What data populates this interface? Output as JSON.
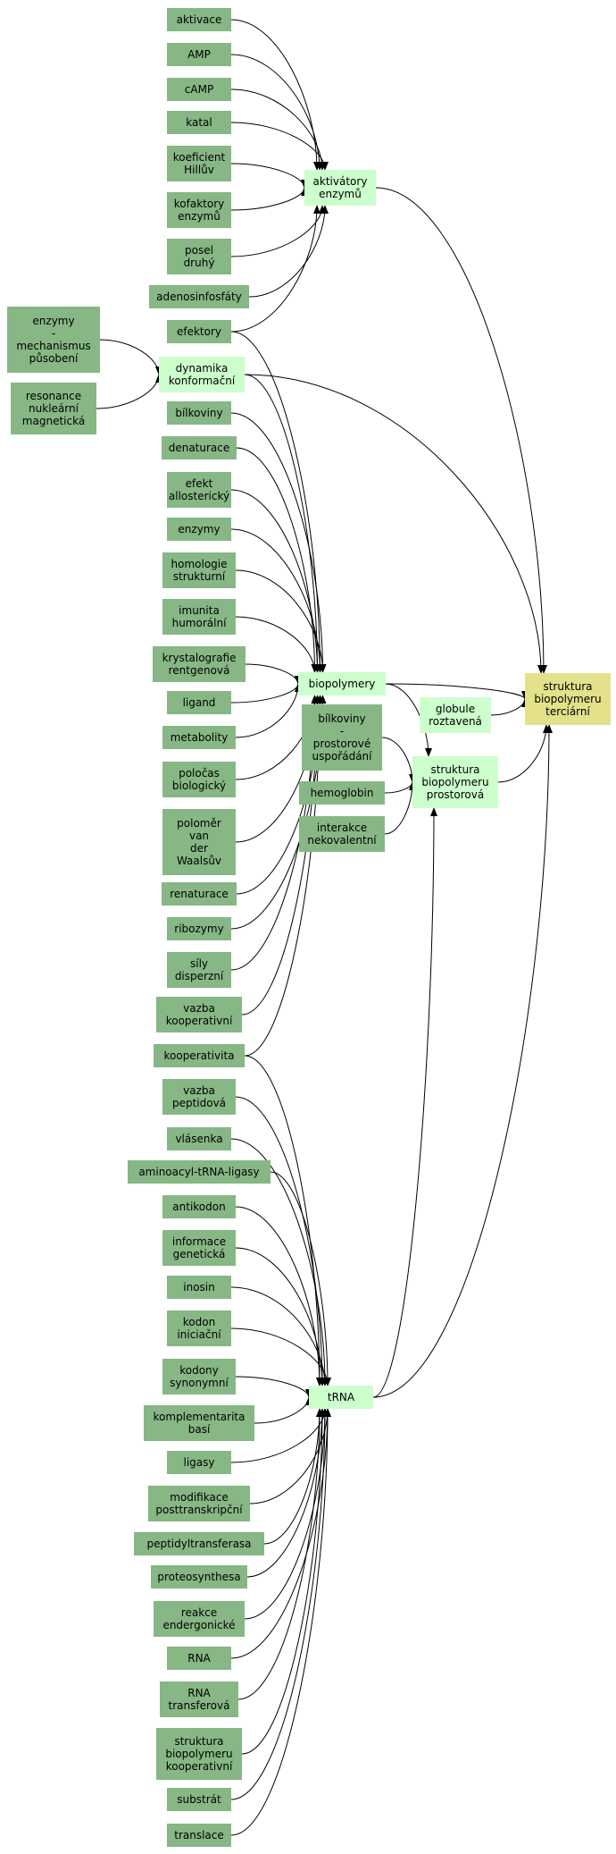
{
  "colors": {
    "source_node": "#86b785",
    "intermediate_node": "#ccffcc",
    "target_node": "#e3e18a",
    "edge": "#000000"
  },
  "nodes": {
    "aktivace": {
      "label": [
        "aktivace"
      ],
      "kind": "source"
    },
    "amp": {
      "label": [
        "AMP"
      ],
      "kind": "source"
    },
    "camp": {
      "label": [
        "cAMP"
      ],
      "kind": "source"
    },
    "katal": {
      "label": [
        "katal"
      ],
      "kind": "source"
    },
    "koeficient_hilluv": {
      "label": [
        "koeficient",
        "Hillův"
      ],
      "kind": "source"
    },
    "kofaktory_enzymu": {
      "label": [
        "kofaktory",
        "enzymů"
      ],
      "kind": "source"
    },
    "posel_druhy": {
      "label": [
        "posel",
        "druhý"
      ],
      "kind": "source"
    },
    "adenosinfosfaty": {
      "label": [
        "adenosinfosfáty"
      ],
      "kind": "source"
    },
    "efektory": {
      "label": [
        "efektory"
      ],
      "kind": "source"
    },
    "aktivatory_enzymu": {
      "label": [
        "aktivátory",
        "enzymů"
      ],
      "kind": "intermediate"
    },
    "enzymy_mechanismus": {
      "label": [
        "enzymy",
        "-",
        "mechanismus",
        "působení"
      ],
      "kind": "source"
    },
    "resonance": {
      "label": [
        "resonance",
        "nukleární",
        "magnetická"
      ],
      "kind": "source"
    },
    "dynamika_konformacni": {
      "label": [
        "dynamika",
        "konformační"
      ],
      "kind": "intermediate"
    },
    "bilkoviny": {
      "label": [
        "bílkoviny"
      ],
      "kind": "source"
    },
    "denaturace": {
      "label": [
        "denaturace"
      ],
      "kind": "source"
    },
    "efekt_allostericky": {
      "label": [
        "efekt",
        "allosterický"
      ],
      "kind": "source"
    },
    "enzymy": {
      "label": [
        "enzymy"
      ],
      "kind": "source"
    },
    "homologie_strukturni": {
      "label": [
        "homologie",
        "strukturní"
      ],
      "kind": "source"
    },
    "imunita_humoralni": {
      "label": [
        "imunita",
        "humorální"
      ],
      "kind": "source"
    },
    "krystalografie": {
      "label": [
        "krystalografie",
        "rentgenová"
      ],
      "kind": "source"
    },
    "ligand": {
      "label": [
        "ligand"
      ],
      "kind": "source"
    },
    "metabolity": {
      "label": [
        "metabolity"
      ],
      "kind": "source"
    },
    "polocas_biologicky": {
      "label": [
        "poločas",
        "biologický"
      ],
      "kind": "source"
    },
    "polomer_van_der_waalsuv": {
      "label": [
        "poloměr",
        "van",
        "der",
        "Waalsův"
      ],
      "kind": "source"
    },
    "renaturace": {
      "label": [
        "renaturace"
      ],
      "kind": "source"
    },
    "ribozymy": {
      "label": [
        "ribozymy"
      ],
      "kind": "source"
    },
    "sily_disperzni": {
      "label": [
        "síly",
        "disperzní"
      ],
      "kind": "source"
    },
    "vazba_kooperativni": {
      "label": [
        "vazba",
        "kooperativní"
      ],
      "kind": "source"
    },
    "kooperativita": {
      "label": [
        "kooperativita"
      ],
      "kind": "source"
    },
    "biopolymery": {
      "label": [
        "biopolymery"
      ],
      "kind": "intermediate"
    },
    "bilkoviny_prostorove": {
      "label": [
        "bílkoviny",
        "-",
        "prostorové",
        "uspořádání"
      ],
      "kind": "source"
    },
    "hemoglobin": {
      "label": [
        "hemoglobin"
      ],
      "kind": "source"
    },
    "interakce_nekovalentni": {
      "label": [
        "interakce",
        "nekovalentní"
      ],
      "kind": "source"
    },
    "globule_roztavena": {
      "label": [
        "globule",
        "roztavená"
      ],
      "kind": "intermediate"
    },
    "struktura_prostorova": {
      "label": [
        "struktura",
        "biopolymeru",
        "prostorová"
      ],
      "kind": "intermediate"
    },
    "struktura_tercialni": {
      "label": [
        "struktura",
        "biopolymeru",
        "terciární"
      ],
      "kind": "target"
    },
    "vazba_peptidova": {
      "label": [
        "vazba",
        "peptidová"
      ],
      "kind": "source"
    },
    "vlasenka": {
      "label": [
        "vlásenka"
      ],
      "kind": "source"
    },
    "aminoacyl_trna_ligasy": {
      "label": [
        "aminoacyl-tRNA-ligasy"
      ],
      "kind": "source"
    },
    "antikodon": {
      "label": [
        "antikodon"
      ],
      "kind": "source"
    },
    "informace_geneticka": {
      "label": [
        "informace",
        "genetická"
      ],
      "kind": "source"
    },
    "inosin": {
      "label": [
        "inosin"
      ],
      "kind": "source"
    },
    "kodon_iniciacni": {
      "label": [
        "kodon",
        "iniciační"
      ],
      "kind": "source"
    },
    "kodony_synonymni": {
      "label": [
        "kodony",
        "synonymní"
      ],
      "kind": "source"
    },
    "komplementarita_basi": {
      "label": [
        "komplementarita",
        "basí"
      ],
      "kind": "source"
    },
    "ligasy": {
      "label": [
        "ligasy"
      ],
      "kind": "source"
    },
    "modifikace_posttranskripcni": {
      "label": [
        "modifikace",
        "posttranskripční"
      ],
      "kind": "source"
    },
    "peptidyltransferasa": {
      "label": [
        "peptidyltransferasa"
      ],
      "kind": "source"
    },
    "proteosynthesa": {
      "label": [
        "proteosynthesa"
      ],
      "kind": "source"
    },
    "reakce_endergonicke": {
      "label": [
        "reakce",
        "endergonické"
      ],
      "kind": "source"
    },
    "rna": {
      "label": [
        "RNA"
      ],
      "kind": "source"
    },
    "rna_transferova": {
      "label": [
        "RNA",
        "transferová"
      ],
      "kind": "source"
    },
    "struktura_kooperativni": {
      "label": [
        "struktura",
        "biopolymeru",
        "kooperativní"
      ],
      "kind": "source"
    },
    "substrat": {
      "label": [
        "substrát"
      ],
      "kind": "source"
    },
    "translace": {
      "label": [
        "translace"
      ],
      "kind": "source"
    },
    "trna": {
      "label": [
        "tRNA"
      ],
      "kind": "intermediate"
    }
  },
  "edges": [
    [
      "aktivace",
      "aktivatory_enzymu"
    ],
    [
      "amp",
      "aktivatory_enzymu"
    ],
    [
      "camp",
      "aktivatory_enzymu"
    ],
    [
      "katal",
      "aktivatory_enzymu"
    ],
    [
      "koeficient_hilluv",
      "aktivatory_enzymu"
    ],
    [
      "kofaktory_enzymu",
      "aktivatory_enzymu"
    ],
    [
      "posel_druhy",
      "aktivatory_enzymu"
    ],
    [
      "adenosinfosfaty",
      "aktivatory_enzymu"
    ],
    [
      "efektory",
      "aktivatory_enzymu"
    ],
    [
      "aktivatory_enzymu",
      "struktura_tercialni"
    ],
    [
      "enzymy_mechanismus",
      "dynamika_konformacni"
    ],
    [
      "resonance",
      "dynamika_konformacni"
    ],
    [
      "dynamika_konformacni",
      "struktura_tercialni"
    ],
    [
      "dynamika_konformacni",
      "biopolymery"
    ],
    [
      "efektory",
      "biopolymery"
    ],
    [
      "bilkoviny",
      "biopolymery"
    ],
    [
      "denaturace",
      "biopolymery"
    ],
    [
      "efekt_allostericky",
      "biopolymery"
    ],
    [
      "enzymy",
      "biopolymery"
    ],
    [
      "homologie_strukturni",
      "biopolymery"
    ],
    [
      "imunita_humoralni",
      "biopolymery"
    ],
    [
      "krystalografie",
      "biopolymery"
    ],
    [
      "ligand",
      "biopolymery"
    ],
    [
      "metabolity",
      "biopolymery"
    ],
    [
      "polocas_biologicky",
      "biopolymery"
    ],
    [
      "polomer_van_der_waalsuv",
      "biopolymery"
    ],
    [
      "renaturace",
      "biopolymery"
    ],
    [
      "ribozymy",
      "biopolymery"
    ],
    [
      "sily_disperzni",
      "biopolymery"
    ],
    [
      "vazba_kooperativni",
      "biopolymery"
    ],
    [
      "kooperativita",
      "biopolymery"
    ],
    [
      "biopolymery",
      "struktura_tercialni"
    ],
    [
      "biopolymery",
      "struktura_prostorova"
    ],
    [
      "globule_roztavena",
      "struktura_tercialni"
    ],
    [
      "struktura_prostorova",
      "struktura_tercialni"
    ],
    [
      "bilkoviny_prostorove",
      "struktura_prostorova"
    ],
    [
      "hemoglobin",
      "struktura_prostorova"
    ],
    [
      "interakce_nekovalentni",
      "struktura_prostorova"
    ],
    [
      "trna",
      "struktura_prostorova"
    ],
    [
      "trna",
      "struktura_tercialni"
    ],
    [
      "kooperativita",
      "trna"
    ],
    [
      "vazba_peptidova",
      "trna"
    ],
    [
      "vlasenka",
      "trna"
    ],
    [
      "aminoacyl_trna_ligasy",
      "trna"
    ],
    [
      "antikodon",
      "trna"
    ],
    [
      "informace_geneticka",
      "trna"
    ],
    [
      "inosin",
      "trna"
    ],
    [
      "kodon_iniciacni",
      "trna"
    ],
    [
      "kodony_synonymni",
      "trna"
    ],
    [
      "komplementarita_basi",
      "trna"
    ],
    [
      "ligasy",
      "trna"
    ],
    [
      "modifikace_posttranskripcni",
      "trna"
    ],
    [
      "peptidyltransferasa",
      "trna"
    ],
    [
      "proteosynthesa",
      "trna"
    ],
    [
      "reakce_endergonicke",
      "trna"
    ],
    [
      "rna",
      "trna"
    ],
    [
      "rna_transferova",
      "trna"
    ],
    [
      "struktura_kooperativni",
      "trna"
    ],
    [
      "substrat",
      "trna"
    ],
    [
      "translace",
      "trna"
    ]
  ]
}
